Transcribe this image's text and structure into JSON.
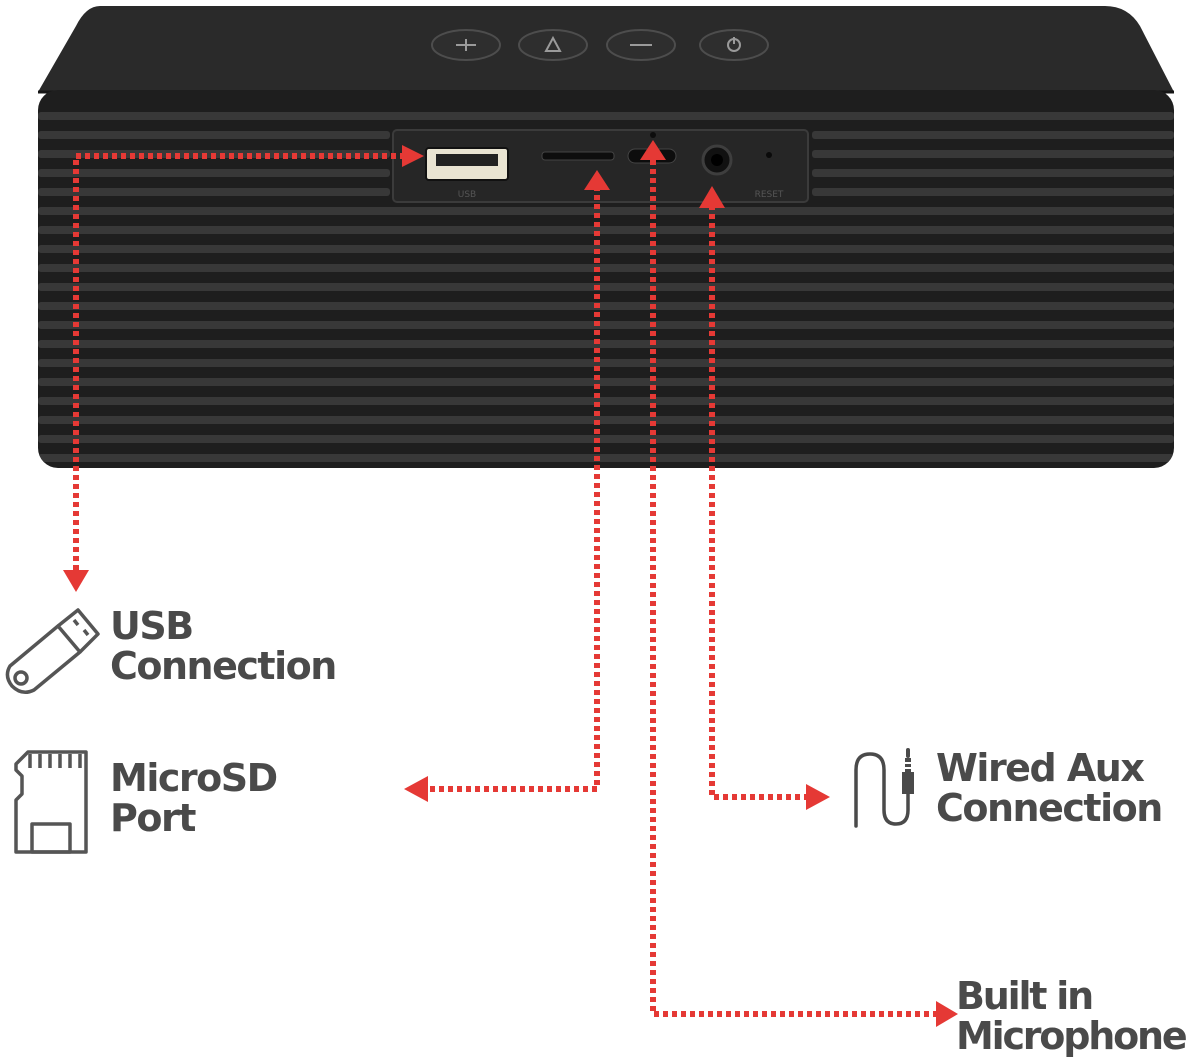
{
  "colors": {
    "accent": "#e53935",
    "speaker_body": "#1e1e1e",
    "speaker_grille": "#3a3a3a",
    "label_text": "#4a4a4a",
    "icon_stroke": "#555555",
    "background": "#ffffff"
  },
  "speaker": {
    "buttons": [
      "plus-button",
      "play-button",
      "minus-button",
      "power-button"
    ],
    "port_labels": {
      "usb": "USB",
      "reset": "RESET"
    }
  },
  "callouts": {
    "usb": {
      "line1": "USB",
      "line2": "Connection",
      "icon": "usb-flash-drive-icon"
    },
    "microsd": {
      "line1": "MicroSD",
      "line2": "Port",
      "icon": "microsd-card-icon"
    },
    "aux": {
      "line1": "Wired Aux",
      "line2": "Connection",
      "icon": "aux-cable-icon"
    },
    "mic": {
      "line1": "Built in",
      "line2": "Microphone"
    }
  }
}
